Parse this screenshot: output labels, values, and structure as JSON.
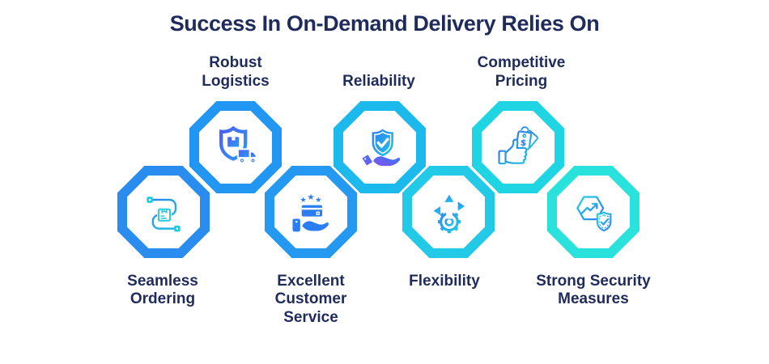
{
  "title": "Success In On-Demand Delivery Relies On",
  "colors": {
    "background": "#FFFFFF",
    "title_text": "#1F2B5B",
    "label_text": "#1F2B5B",
    "icon_blue": "#2E7BE8",
    "icon_purple": "#8A4DF0",
    "icon_cyan": "#1FC9E0"
  },
  "icons": {
    "star_glyph": "★",
    "dollar_glyph": "$"
  },
  "items": [
    {
      "label": "Seamless Ordering",
      "row": "bottom",
      "octagon_color": "#2B8CF0",
      "icon": "route-package-icon"
    },
    {
      "label": "Robust Logistics",
      "row": "top",
      "octagon_color": "#2196F3",
      "icon": "shield-truck-icon"
    },
    {
      "label": "Excellent Customer Service",
      "row": "bottom",
      "octagon_color": "#2598F1",
      "icon": "hand-card-stars-icon"
    },
    {
      "label": "Reliability",
      "row": "top",
      "octagon_color": "#1CB9EC",
      "icon": "hand-shield-check-icon"
    },
    {
      "label": "Flexibility",
      "row": "bottom",
      "octagon_color": "#22CAE8",
      "icon": "gear-direction-arrows-icon"
    },
    {
      "label": "Competitive Pricing",
      "row": "top",
      "octagon_color": "#1FD5E3",
      "icon": "thumbs-up-price-tag-icon"
    },
    {
      "label": "Strong Security Measures",
      "row": "bottom",
      "octagon_color": "#29E2DC",
      "icon": "growth-shield-security-icon"
    }
  ]
}
